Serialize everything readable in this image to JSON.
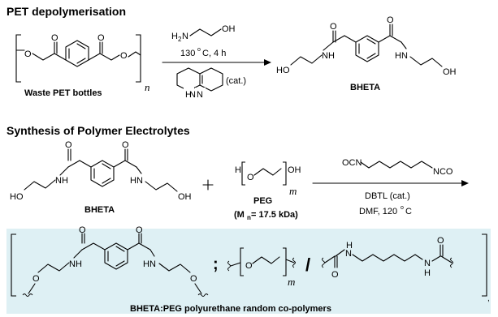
{
  "headings": {
    "pet_depolymerisation": "PET depolymerisation",
    "synthesis": "Synthesis of Polymer Electrolytes"
  },
  "labels": {
    "waste_pet": "Waste  PET bottles",
    "pet_repeat": "n",
    "bheta_top": "BHETA",
    "bheta_mid": "BHETA",
    "peg": "PEG",
    "peg_mn_prefix": "(M",
    "peg_mn_sub": "n",
    "peg_mn_suffix": " = 17.5 kDa)",
    "peg_repeat": "m",
    "product_repeat": "m",
    "product_caption": "BHETA:PEG polyurethane  random co-polymers",
    "separator_semicolon": ";",
    "separator_slash": "/"
  },
  "reaction1": {
    "reagent_h2n": "H",
    "reagent_h2n_sub": "2",
    "reagent_n": "N",
    "reagent_oh": "OH",
    "temp_prefix": "130 ",
    "temp_degree": "o",
    "temp_suffix": "C, 4 h",
    "catalyst_n": "N",
    "catalyst_nh": "N",
    "catalyst_h": "H",
    "catalyst_label": "(cat.)"
  },
  "reaction2": {
    "reagent_left": "OCN",
    "reagent_right": "NCO",
    "catalyst": "DBTL (cat.)",
    "conditions_prefix": "DMF, 120 ",
    "conditions_degree": "o",
    "conditions_suffix": "C"
  },
  "atoms": {
    "O": "O",
    "NH": "NH",
    "HN": "HN",
    "HO": "HO",
    "OH": "OH",
    "H": "H",
    "N": "N"
  },
  "colors": {
    "product_panel": "#def0f4",
    "ink": "#000000"
  }
}
